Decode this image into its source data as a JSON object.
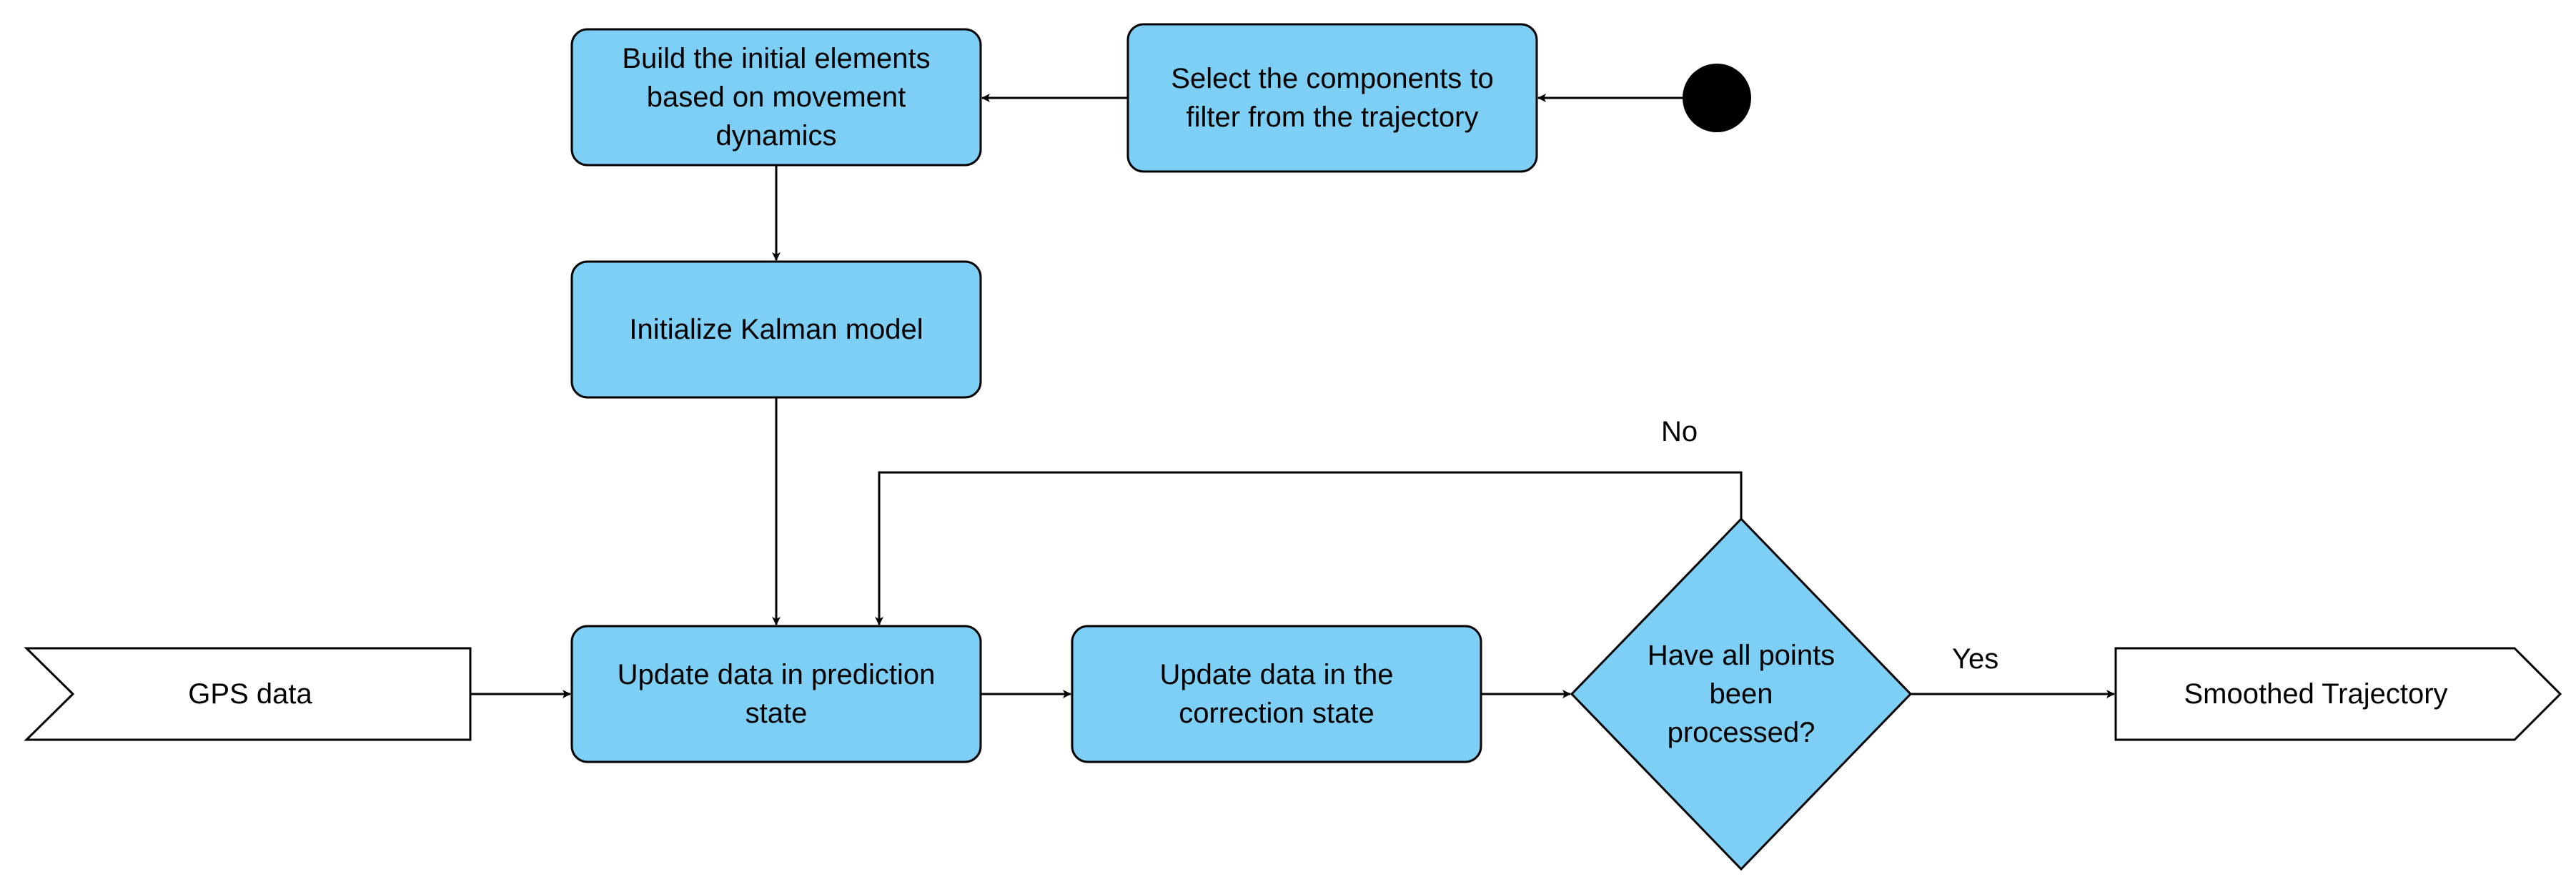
{
  "diagram": {
    "colors": {
      "node_fill": "#7ecff5",
      "stroke": "#000000",
      "background": "#ffffff",
      "start_fill": "#000000"
    },
    "nodes": {
      "build_initial": "Build the initial elements based on movement dynamics",
      "select_components": "Select the components to filter from the trajectory",
      "initialize_kalman": "Initialize Kalman model",
      "gps_data": "GPS data",
      "update_prediction": "Update data in prediction state",
      "update_correction": "Update data in the correction state",
      "decision": "Have all points been processed?",
      "smoothed_trajectory": "Smoothed Trajectory"
    },
    "edge_labels": {
      "no": "No",
      "yes": "Yes"
    }
  }
}
